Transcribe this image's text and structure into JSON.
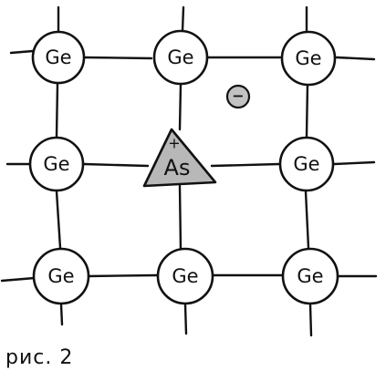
{
  "diagram": {
    "atoms": [
      {
        "label": "Ge"
      },
      {
        "label": "Ge"
      },
      {
        "label": "Ge"
      },
      {
        "label": "Ge"
      },
      {
        "label": "Ge"
      },
      {
        "label": "Ge"
      },
      {
        "label": "Ge"
      },
      {
        "label": "Ge"
      }
    ],
    "dopant": {
      "label": "As",
      "charge": "+",
      "fill": "#b8b8b8"
    },
    "electron": {
      "sign": "−",
      "fill": "#c2c2c2"
    },
    "caption": "рис. 2"
  }
}
